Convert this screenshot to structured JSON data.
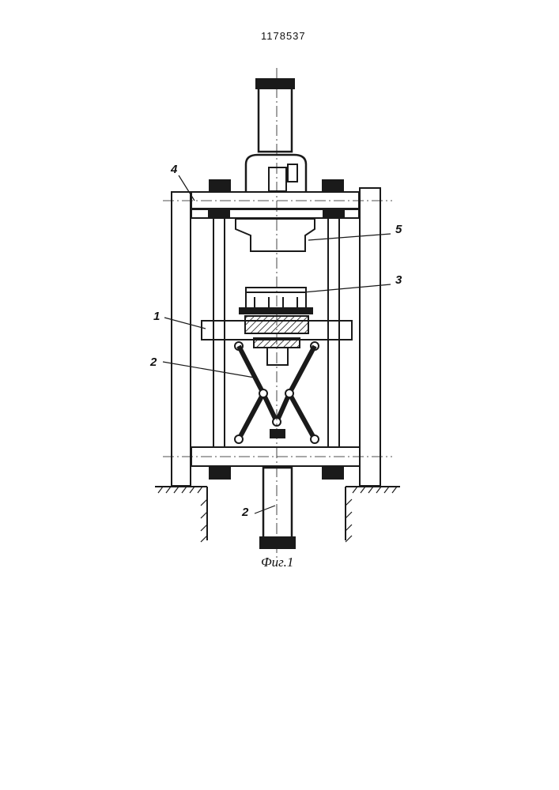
{
  "header": {
    "patent_number": "1178537"
  },
  "figure": {
    "caption": "Фиг.1"
  },
  "callouts": {
    "c4": "4",
    "c5": "5",
    "c3": "3",
    "c1": "1",
    "c2a": "2",
    "c2b": "2"
  },
  "colors": {
    "ink": "#1a1a1a",
    "paper": "#ffffff"
  }
}
